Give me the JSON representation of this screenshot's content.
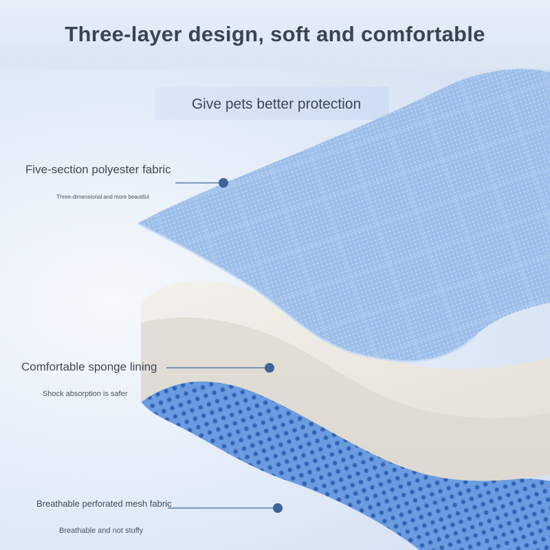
{
  "header": {
    "title": "Three-layer design, soft and comfortable",
    "subtitle": "Give pets better protection"
  },
  "layers": [
    {
      "name": "Five-section polyester fabric",
      "description": "Three-dimensional and more beautiful"
    },
    {
      "name": "Comfortable sponge lining",
      "description": "Shock absorption is safer"
    },
    {
      "name": "Breathable perforated mesh fabric",
      "description": "Breathable and not stuffy"
    }
  ],
  "colors": {
    "accent": "#3d6396",
    "fabric": "#9ec0ec",
    "sponge": "#ece8e1",
    "mesh": "#6f9fe0"
  }
}
